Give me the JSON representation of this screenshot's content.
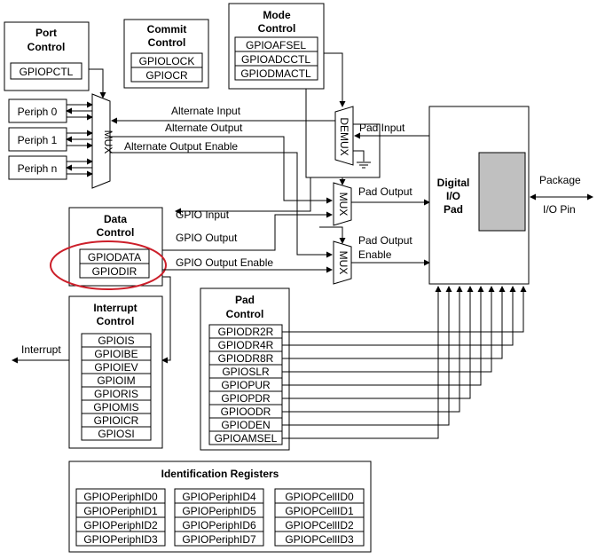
{
  "port_control": {
    "title_line1": "Port",
    "title_line2": "Control",
    "registers": [
      "GPIOPCTL"
    ]
  },
  "commit_control": {
    "title_line1": "Commit",
    "title_line2": "Control",
    "registers": [
      "GPIOLOCK",
      "GPIOCR"
    ]
  },
  "mode_control": {
    "title_line1": "Mode",
    "title_line2": "Control",
    "registers": [
      "GPIOAFSEL",
      "GPIOADCCTL",
      "GPIODMACTL"
    ]
  },
  "peripherals": [
    "Periph 0",
    "Periph 1",
    "Periph n"
  ],
  "mux_label": "MUX",
  "demux_label": "DEMUX",
  "signals": {
    "alternate_input": "Alternate Input",
    "alternate_output": "Alternate Output",
    "alternate_output_enable": "Alternate Output Enable",
    "pad_input": "Pad Input",
    "pad_output": "Pad Output",
    "pad_output_enable_line1": "Pad Output",
    "pad_output_enable_line2": "Enable",
    "gpio_input": "GPIO Input",
    "gpio_output": "GPIO Output",
    "gpio_output_enable": "GPIO Output Enable",
    "interrupt": "Interrupt",
    "package_line1": "Package",
    "package_line2": "I/O Pin"
  },
  "data_control": {
    "title_line1": "Data",
    "title_line2": "Control",
    "registers": [
      "GPIODATA",
      "GPIODIR"
    ]
  },
  "interrupt_control": {
    "title_line1": "Interrupt",
    "title_line2": "Control",
    "registers": [
      "GPIOIS",
      "GPIOIBE",
      "GPIOIEV",
      "GPIOIM",
      "GPIORIS",
      "GPIOMIS",
      "GPIOICR",
      "GPIOSI"
    ]
  },
  "pad_control": {
    "title_line1": "Pad",
    "title_line2": "Control",
    "registers": [
      "GPIODR2R",
      "GPIODR4R",
      "GPIODR8R",
      "GPIOSLR",
      "GPIOPUR",
      "GPIOPDR",
      "GPIOODR",
      "GPIODEN",
      "GPIOAMSEL"
    ]
  },
  "digital_pad": {
    "line1": "Digital",
    "line2": "I/O",
    "line3": "Pad"
  },
  "identification": {
    "title": "Identification Registers",
    "columns": [
      [
        "GPIOPeriphID0",
        "GPIOPeriphID1",
        "GPIOPeriphID2",
        "GPIOPeriphID3"
      ],
      [
        "GPIOPeriphID4",
        "GPIOPeriphID5",
        "GPIOPeriphID6",
        "GPIOPeriphID7"
      ],
      [
        "GPIOPCellID0",
        "GPIOPCellID1",
        "GPIOPCellID2",
        "GPIOPCellID3"
      ]
    ]
  },
  "colors": {
    "highlight": "#cc1f2a",
    "pad_fill": "#c0c0c0",
    "line": "#000000"
  }
}
